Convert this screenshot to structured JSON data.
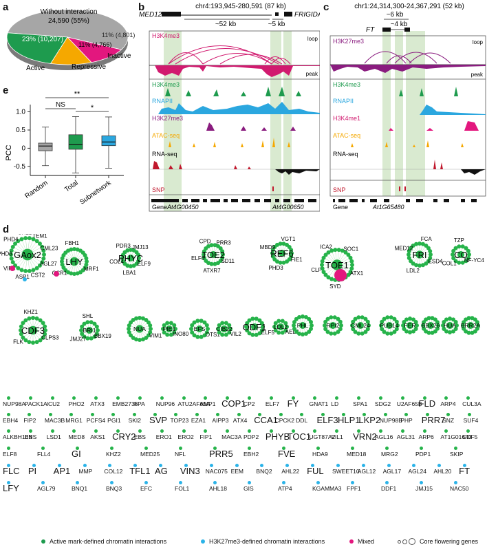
{
  "panels": {
    "a": "a",
    "b": "b",
    "c": "c",
    "d": "d",
    "e": "e"
  },
  "panel_a": {
    "slices": [
      {
        "label": "Without interaction",
        "value_text": "24,590 (55%)",
        "percent": 55,
        "color": "#a6a6a6"
      },
      {
        "label": "Active",
        "value_text": "23% (10,207)",
        "percent": 23,
        "color": "#1e9b4e"
      },
      {
        "label": "Repressive",
        "value_text": "11% (4,766)",
        "percent": 11,
        "color": "#f5a800"
      },
      {
        "label": "Inactive",
        "value_text": "11% (4,801)",
        "percent": 11,
        "color": "#e3177e"
      }
    ]
  },
  "panel_b": {
    "coords": "chr4:193,945-280,591 (87 kb)",
    "gene_left": "MED12",
    "gene_right": "FRIGIDA",
    "dist1": "~52 kb",
    "dist2": "~5 kb",
    "tracks": [
      "H3K4me3",
      "loop",
      "peak",
      "H3K4me3",
      "RNAPII",
      "H3K27me3",
      "ATAC-seq",
      "RNA-seq",
      "SNP"
    ],
    "gene_track": "Gene",
    "locus1": "At4G00450",
    "locus2": "At4G00650"
  },
  "panel_c": {
    "coords": "chr1:24,314,300-24,367,291 (52 kb)",
    "gene": "FT",
    "dist1": "~6 kb",
    "dist2": "~4 kb",
    "tracks": [
      "H3K27me3",
      "loop",
      "peak",
      "H3K4me3",
      "RNAPII",
      "H3K4me1",
      "ATAC-seq",
      "RNA-seq",
      "SNP"
    ],
    "gene_track": "Gene",
    "locus": "At1G65480"
  },
  "chart_data": {
    "type": "box",
    "ylabel": "PCC",
    "categories": [
      "Random",
      "Total",
      "Subnetwork"
    ],
    "yticks": [
      "1.0",
      "0.5",
      "0",
      "-0.5"
    ],
    "ylim": [
      -0.75,
      1.2
    ],
    "boxes": [
      {
        "name": "Random",
        "min": -0.48,
        "q1": -0.07,
        "median": 0.06,
        "q3": 0.14,
        "max": 0.58,
        "color": "#a6a6a6"
      },
      {
        "name": "Total",
        "min": -0.68,
        "q1": -0.03,
        "median": 0.1,
        "q3": 0.37,
        "max": 0.87,
        "color": "#1e9b4e"
      },
      {
        "name": "Subnetwork",
        "min": -0.55,
        "q1": 0.07,
        "median": 0.17,
        "q3": 0.34,
        "max": 0.86,
        "color": "#2ba7df"
      }
    ],
    "significance": [
      {
        "label": "**"
      },
      {
        "label": "NS"
      },
      {
        "label": "*"
      }
    ]
  },
  "network_clusters": [
    {
      "hub": "GAox2",
      "labels": [
        "AGL27",
        "CST2",
        "ASP1",
        "VIP4",
        "PHD6",
        "PHD4",
        "CHL1",
        "TEM1",
        "CML23"
      ]
    },
    {
      "hub": "LHY",
      "labels": [
        "MRF1",
        "CCR1",
        "FBH1"
      ]
    },
    {
      "hub": "PHYC",
      "labels": [
        "ELF9",
        "LBA1",
        "COL4",
        "PDR3",
        "JMJ13"
      ]
    },
    {
      "hub": "TOE2",
      "labels": [
        "SD11",
        "ATXR7",
        "ELF6",
        "CPD",
        "PRR3"
      ]
    },
    {
      "hub": "REF6",
      "labels": [
        "FIE1",
        "PHD3",
        "MBD9",
        "VGT1"
      ]
    },
    {
      "hub": "TOE1",
      "labels": [
        "ATX1",
        "SYD",
        "CLF",
        "ICA2",
        "SOC1"
      ]
    },
    {
      "hub": "FRI",
      "labels": [
        "ESD4",
        "LDL2",
        "MED12",
        "FCA"
      ]
    },
    {
      "hub": "CO",
      "labels": [
        "NF-YC4",
        "COL1",
        "TZP"
      ]
    },
    {
      "hub": "CDF3",
      "labels": [
        "CLPS3",
        "FLK",
        "KHZ1"
      ]
    },
    {
      "hub": "BRI1",
      "labels": [
        "BBX19",
        "JMJ27",
        "SHL"
      ]
    },
    {
      "hub": "NUA",
      "labels": [
        "VIM1"
      ]
    },
    {
      "hub": "PIE1",
      "labels": [
        "INO80"
      ]
    },
    {
      "hub": "EFS",
      "labels": [
        "OTS1"
      ]
    },
    {
      "hub": "CIB22",
      "labels": [
        "VIL2"
      ]
    },
    {
      "hub": "ODF1",
      "labels": [
        "ELF5"
      ]
    },
    {
      "hub": "LDL2",
      "labels": [
        "AEL2"
      ]
    },
    {
      "hub": "PHL",
      "labels": []
    },
    {
      "hub": "RPI2",
      "labels": []
    },
    {
      "hub": "CML24",
      "labels": []
    },
    {
      "hub": "PUB14",
      "labels": []
    },
    {
      "hub": "FER",
      "labels": []
    },
    {
      "hub": "BBX26",
      "labels": []
    },
    {
      "hub": "HUA",
      "labels": []
    },
    {
      "hub": "BRR2A",
      "labels": []
    }
  ],
  "gene_grid": [
    [
      "NUP98A",
      "PACK1A",
      "ICU2",
      "PHO2",
      "ATX3",
      "EMB2736",
      "FPA",
      "NUP96",
      "ATU2AF65A",
      "AMP1",
      "COP1",
      "CP2",
      "ELF7",
      "FY",
      "GNAT1",
      "LD",
      "SPA1",
      "SDG2",
      "U2AF65B",
      "FLD",
      "ARP4",
      "CUL3A"
    ],
    [
      "EBH4",
      "FIP2",
      "MAC3B",
      "MRG1",
      "PCFS4",
      "PGI1",
      "SKI2",
      "SVP",
      "TOP23",
      "EZA1",
      "AIPP3",
      "ATX4",
      "CCA1",
      "CPCK2",
      "DDL",
      "ELF3",
      "HLP1",
      "LKP2",
      "NUP98B",
      "PHP",
      "PRR7",
      "SNZ",
      "SUF4"
    ],
    [
      "ALKBH10B",
      "ENS",
      "LSD1",
      "MED8",
      "AKS1",
      "CRY2",
      "EBS",
      "ERO1",
      "ERO2",
      "FIP1",
      "MAC3A",
      "PDP2",
      "PHYB",
      "TOC1",
      "UGT87A2",
      "VIL1",
      "VRN2",
      "AGL16",
      "AGL31",
      "ARP6",
      "AT1G01640",
      "CDF5"
    ],
    [
      "ELF8",
      "FLL4",
      "GI",
      "KHZ2",
      "MED25",
      "NFL",
      "PRR5",
      "EBH2",
      "FVE",
      "HDA9",
      "MED18",
      "MRG2",
      "PDP1",
      "SKIP"
    ],
    [
      "FLC",
      "PI",
      "AP1",
      "MMP",
      "COL12",
      "TFL1",
      "AG",
      "VIN3",
      "NAC075",
      "EEM",
      "BNQ2",
      "AHL22",
      "FUL",
      "SWEET10",
      "AGL12",
      "AGL17",
      "AGL24",
      "AHL20",
      "FT"
    ],
    [
      "LFY",
      "AGL79",
      "BNQ1",
      "BNQ3",
      "EFC",
      "FOL1",
      "AHL18",
      "GIS",
      "ATP4",
      "KGAMMA3",
      "FPF1",
      "DDF1",
      "JMJ15",
      "NAC50"
    ]
  ],
  "legend": {
    "active": "Active mark-defined chromatin interactions",
    "h3k27": "H3K27me3-defined chromatin interactions",
    "mixed": "Mixed",
    "core": "Core flowering genes"
  },
  "colors": {
    "green": "#26b34a",
    "blue": "#2bb3e8",
    "pink": "#e3177e",
    "darkgreen": "#1e9b4e",
    "purple": "#8a1c7f",
    "orange": "#f5a800",
    "red": "#c0172c",
    "bandgreen": "#d9ead0"
  }
}
